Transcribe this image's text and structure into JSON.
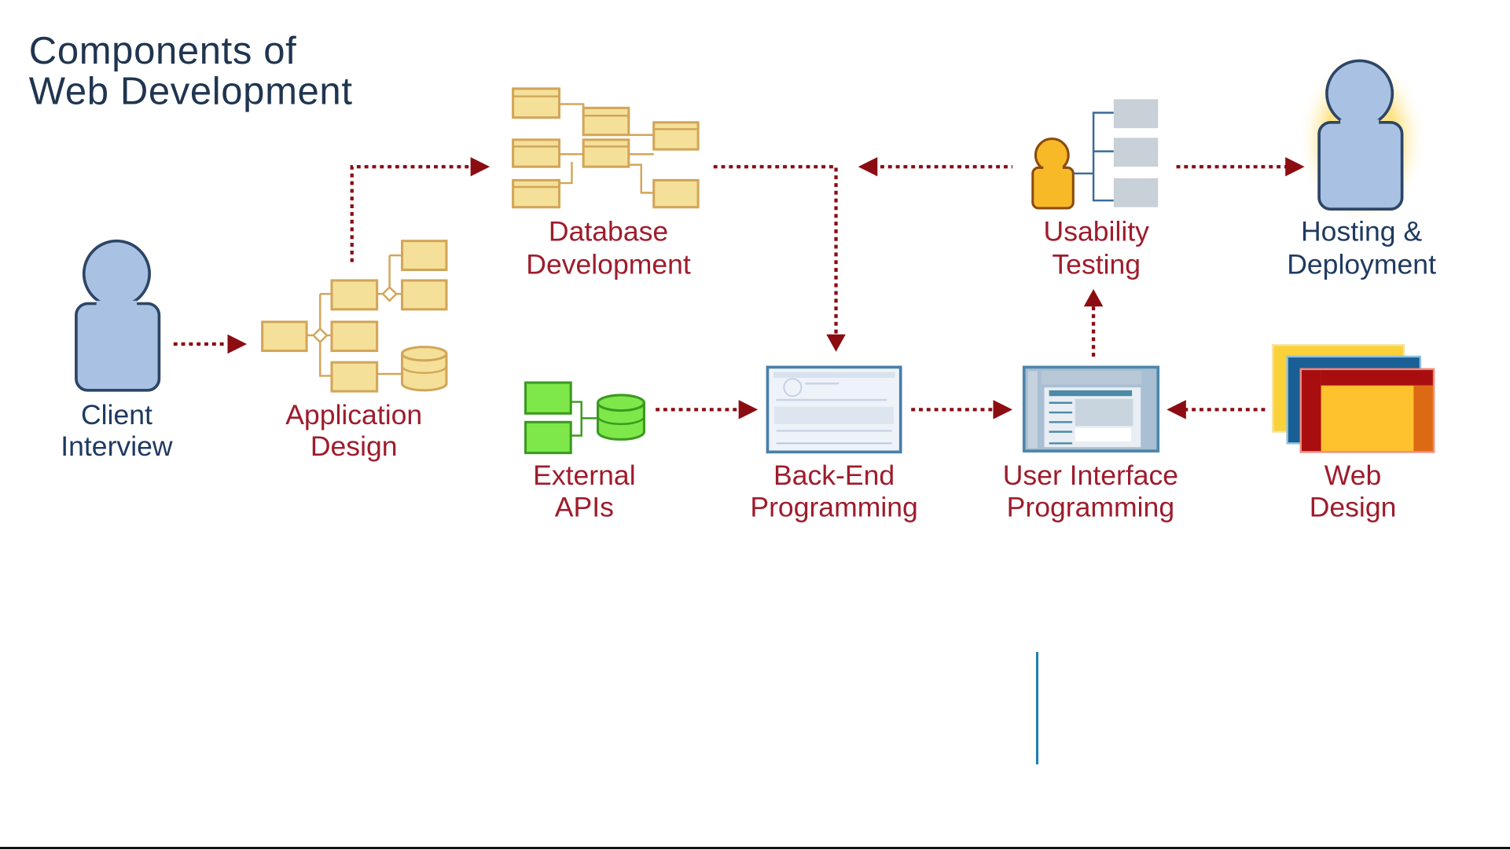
{
  "title": {
    "line1": "Components of",
    "line2": "Web Development"
  },
  "nodes": {
    "client_interview": {
      "line1": "Client",
      "line2": "Interview",
      "icon": "person-icon"
    },
    "application_design": {
      "line1": "Application",
      "line2": "Design",
      "icon": "flowchart-icon"
    },
    "database_development": {
      "line1": "Database",
      "line2": "Development",
      "icon": "database-schema-icon"
    },
    "usability_testing": {
      "line1": "Usability",
      "line2": "Testing",
      "icon": "user-testing-icon"
    },
    "hosting_deployment": {
      "line1": "Hosting &",
      "line2": "Deployment",
      "icon": "highlighted-person-icon"
    },
    "external_apis": {
      "line1": "External",
      "line2": "APIs",
      "icon": "api-database-icon"
    },
    "backend_programming": {
      "line1": "Back-End",
      "line2": "Programming",
      "icon": "code-window-icon"
    },
    "ui_programming": {
      "line1": "User Interface",
      "line2": "Programming",
      "icon": "ui-window-icon"
    },
    "web_design": {
      "line1": "Web",
      "line2": "Design",
      "icon": "layered-pages-icon"
    }
  },
  "edges": [
    {
      "from": "Client Interview",
      "to": "Application Design"
    },
    {
      "from": "Application Design",
      "to": "Database Development"
    },
    {
      "from": "Database Development",
      "to": "Back-End Programming"
    },
    {
      "from": "Usability Testing",
      "to": "Back-End Programming"
    },
    {
      "from": "Usability Testing",
      "to": "Hosting & Deployment"
    },
    {
      "from": "External APIs",
      "to": "Back-End Programming"
    },
    {
      "from": "Back-End Programming",
      "to": "User Interface Programming"
    },
    {
      "from": "User Interface Programming",
      "to": "Usability Testing"
    },
    {
      "from": "Web Design",
      "to": "User Interface Programming"
    }
  ],
  "colors": {
    "title": "#1f3550",
    "label_red": "#9e1c2c",
    "label_blue": "#1f3a60",
    "arrow": "#8b0d12",
    "person_fill": "#a9c2e4",
    "box_yellow": "#f5e09a",
    "api_green": "#7ee84a",
    "caret": "#1a80b0"
  }
}
